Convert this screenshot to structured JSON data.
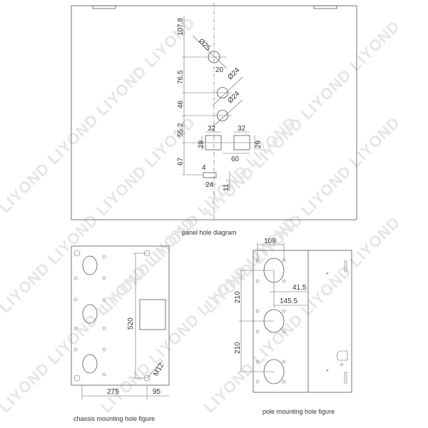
{
  "watermark": "LIYOND LIYOND LIYOND LIYOND",
  "panel": {
    "caption": "panel hole diagram",
    "dims": {
      "d1": "107.8",
      "d2": "76.5",
      "d3": "46",
      "d4": "55.2",
      "d5": "67",
      "phi25": "Ø25",
      "phi24a": "Ø24",
      "phi24b": "Ø24",
      "w20": "20",
      "w32a": "32",
      "w32b": "32",
      "h29a": "29",
      "h29b": "29",
      "w60": "60",
      "w4": "4",
      "w24": "24",
      "h11": "11"
    }
  },
  "chassis": {
    "caption": "chassis mounting hole figure",
    "dims": {
      "h520": "520",
      "m12": "M12",
      "w275": "275",
      "w95": "95"
    }
  },
  "pole": {
    "caption": "pole mounting hole figure",
    "dims": {
      "w109": "109",
      "h210a": "210",
      "h210b": "210",
      "w41": "41.5",
      "w145": "145.5"
    }
  }
}
